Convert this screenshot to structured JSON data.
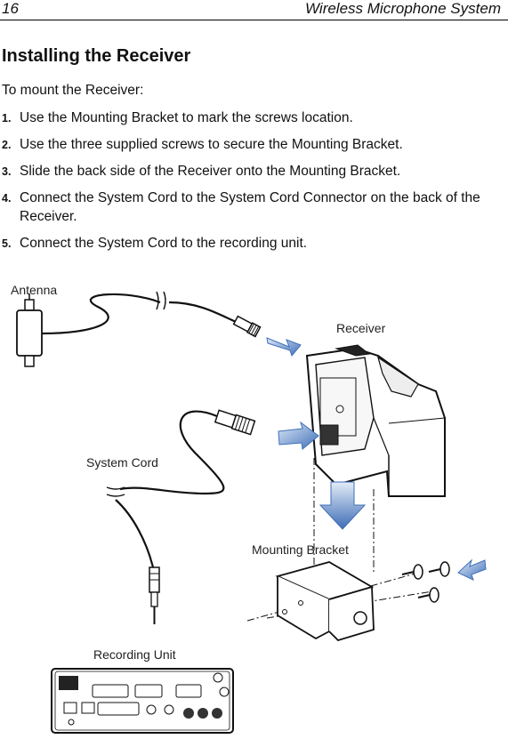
{
  "header": {
    "page_number": "16",
    "running_title": "Wireless Microphone System"
  },
  "section": {
    "title": "Installing the Receiver",
    "intro": "To mount the Receiver:"
  },
  "steps": [
    {
      "num": "1.",
      "text": "Use the Mounting Bracket to mark the screws location."
    },
    {
      "num": "2.",
      "text": "Use the three supplied screws to secure the Mounting Bracket."
    },
    {
      "num": "3.",
      "text": "Slide the back side of the Receiver onto the Mounting Bracket."
    },
    {
      "num": "4.",
      "text": "Connect the System Cord to the System Cord Connector on the back of the Receiver."
    },
    {
      "num": "5.",
      "text": "Connect the System Cord to the recording unit."
    }
  ],
  "figure": {
    "labels": {
      "antenna": "Antenna",
      "receiver": "Receiver",
      "system_cord": "System Cord",
      "mounting_bracket": "Mounting Bracket",
      "recording_unit": "Recording Unit"
    },
    "icons": [
      "antenna-icon",
      "receiver-icon",
      "system-cord-icon",
      "mounting-bracket-icon",
      "screw-icon",
      "recording-unit-icon",
      "arrow-icon"
    ],
    "colors": {
      "arrow": "#5b86c7",
      "line": "#1a1a1a"
    }
  }
}
